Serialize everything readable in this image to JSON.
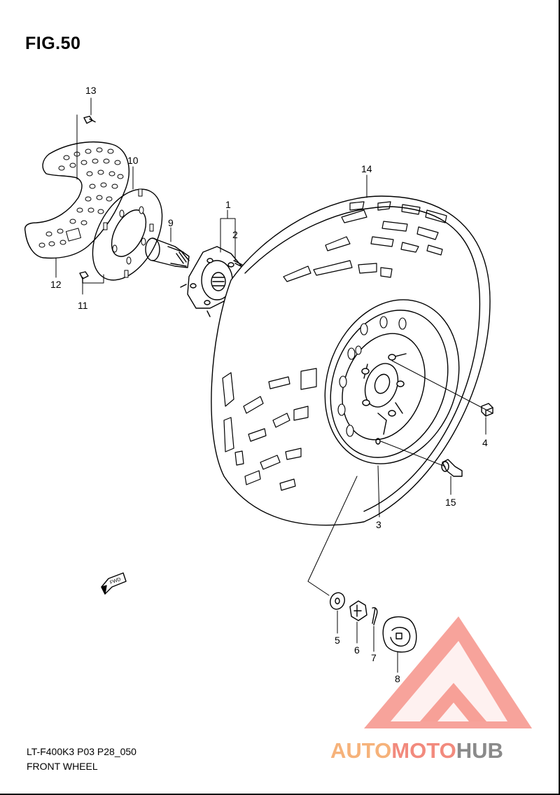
{
  "figure": {
    "title": "FIG.50",
    "code": "LT-F400K3 P03 P28_050",
    "name": "FRONT WHEEL"
  },
  "callouts": [
    "1",
    "2",
    "3",
    "4",
    "5",
    "6",
    "7",
    "8",
    "9",
    "10",
    "11",
    "12",
    "13",
    "14",
    "15"
  ],
  "direction_label": "FWD",
  "watermark": {
    "part1": "AUTO",
    "part2": "MOTO",
    "part3": "HUB",
    "colors": {
      "auto": "#f6b27a",
      "moto": "#f28a7d",
      "hub": "#8a8a8a",
      "logo": "#f4847a"
    }
  }
}
